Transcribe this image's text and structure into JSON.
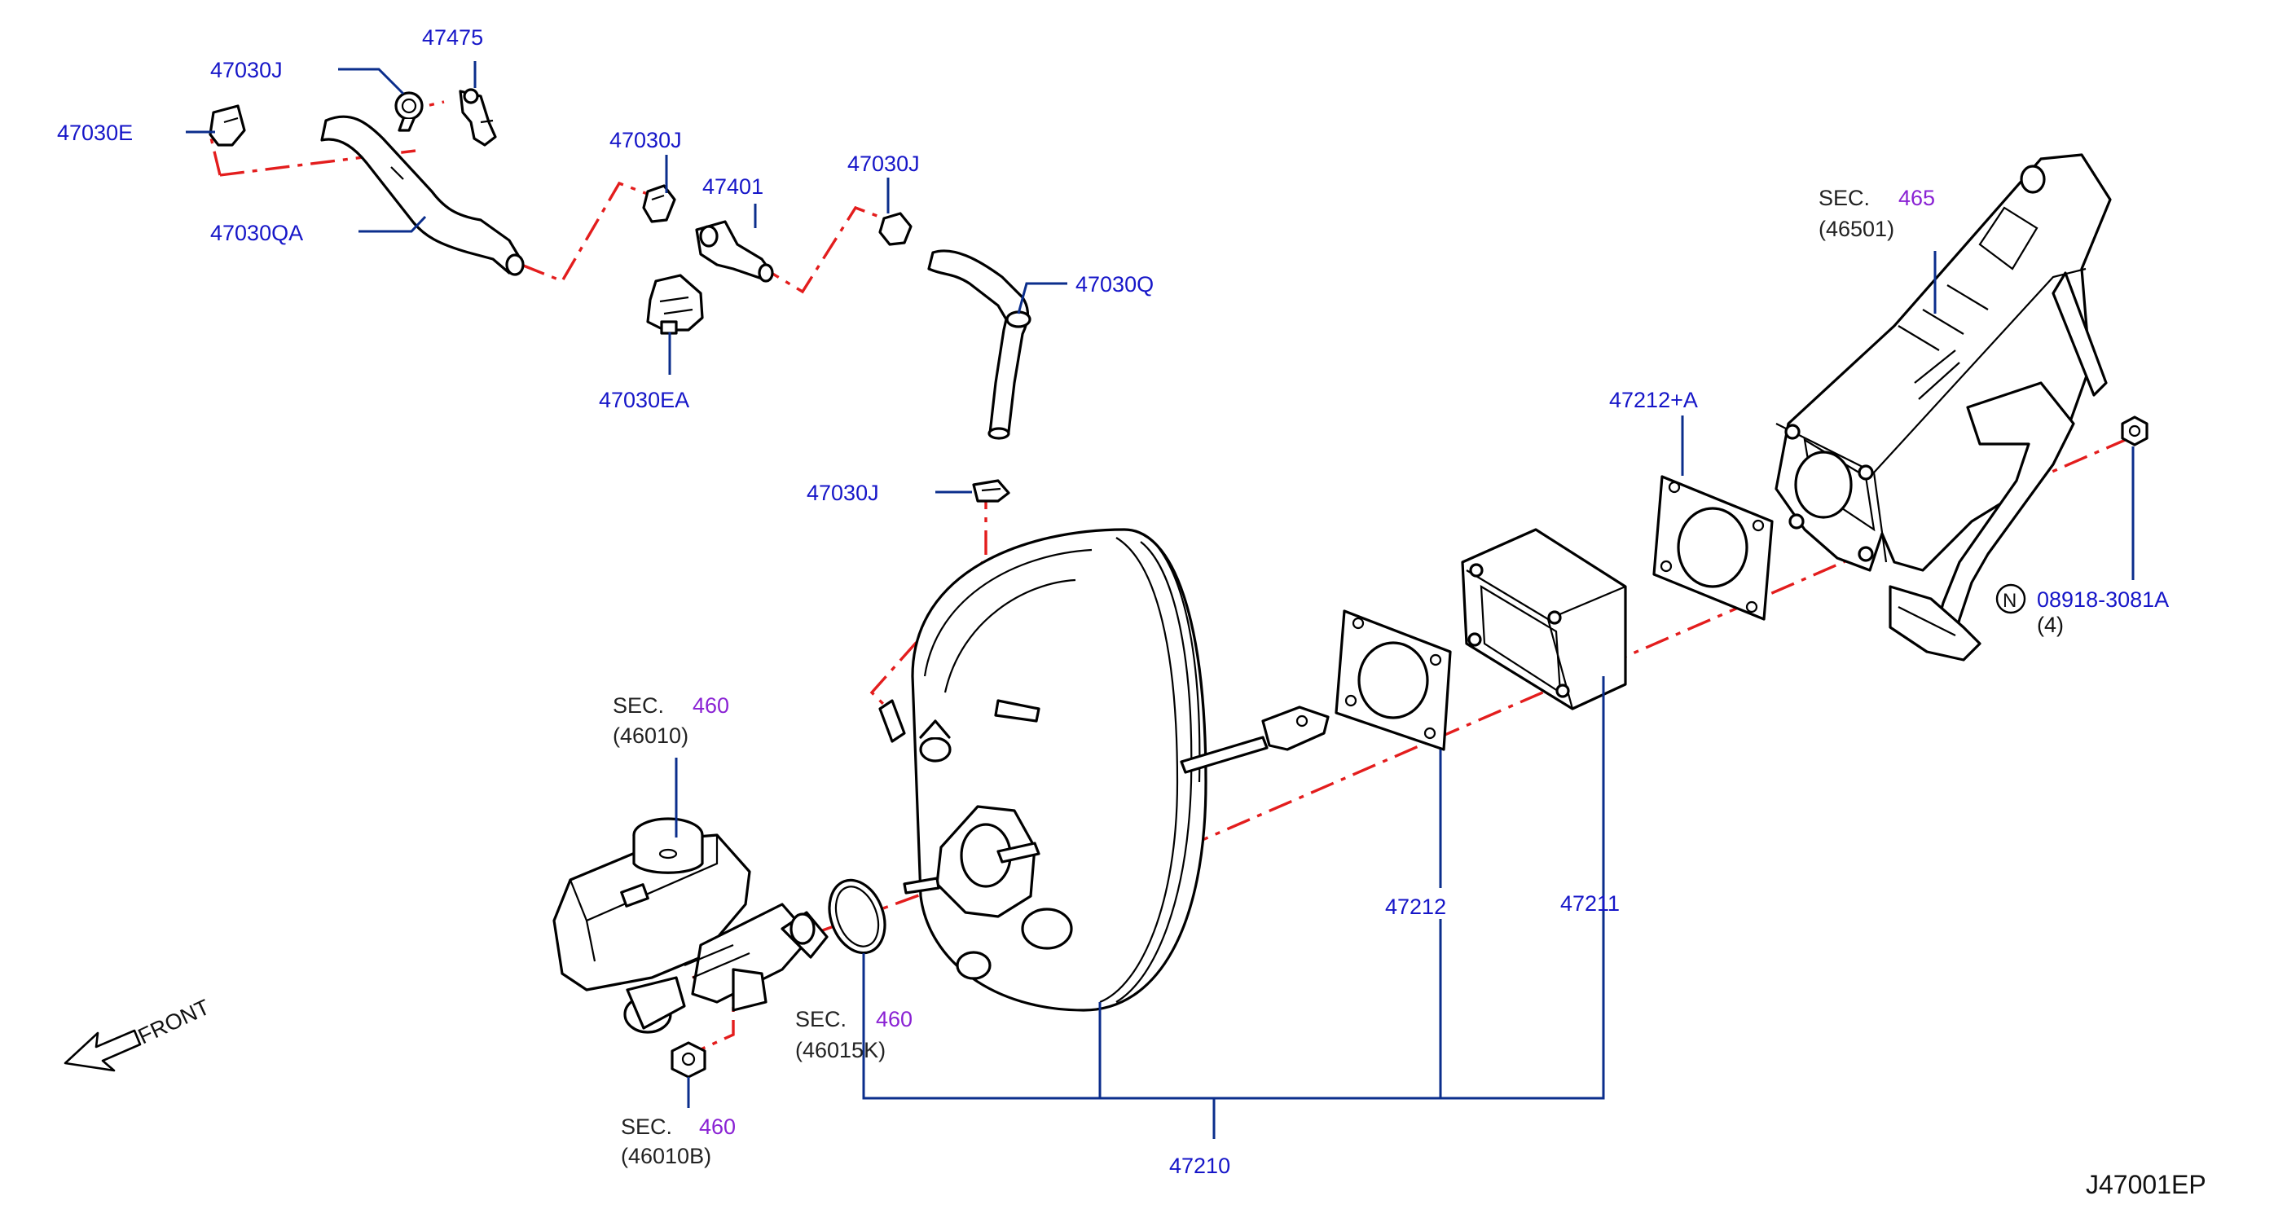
{
  "diagram_code": "J47001EP",
  "front_label": "FRONT",
  "sec_label": "SEC.",
  "parts": {
    "p47030E": "47030E",
    "p47030J_top": "47030J",
    "p47475": "47475",
    "p47030QA": "47030QA",
    "p47030J_mid": "47030J",
    "p47401": "47401",
    "p47030EA": "47030EA",
    "p47030J_right": "47030J",
    "p47030Q": "47030Q",
    "p47030J_low": "47030J",
    "p47212A": "47212+A",
    "p47212": "47212",
    "p47211": "47211",
    "p47210": "47210",
    "p08918": "08918-3081A",
    "p08918_qty": "(4)",
    "nut_symbol": "N"
  },
  "sections": {
    "s465": {
      "number": "465",
      "ref": "(46501)"
    },
    "s460_master": {
      "number": "460",
      "ref": "(46010)"
    },
    "s460_oring": {
      "number": "460",
      "ref": "(46015K)"
    },
    "s460_nut": {
      "number": "460",
      "ref": "(46010B)"
    }
  }
}
